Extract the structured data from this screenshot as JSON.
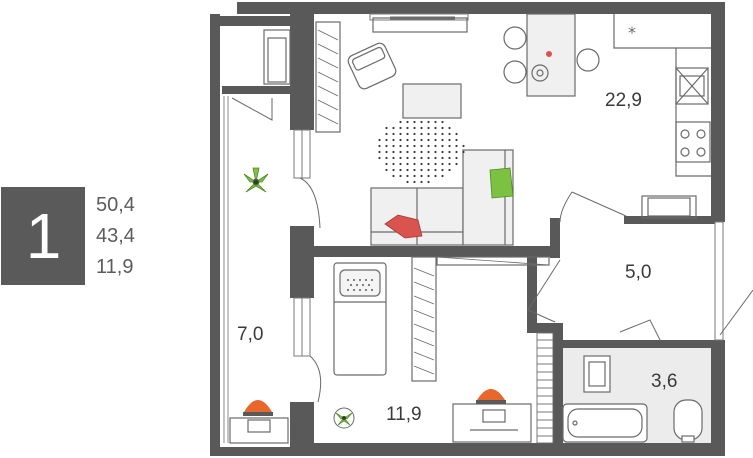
{
  "apartment": {
    "rooms_count": "1",
    "areas": {
      "total": "50,4",
      "living": "43,4",
      "kitchen": "11,9"
    }
  },
  "rooms": [
    {
      "key": "kitchen_living",
      "area": "22,9"
    },
    {
      "key": "hallway",
      "area": "5,0"
    },
    {
      "key": "bathroom",
      "area": "3,6"
    },
    {
      "key": "balcony",
      "area": "7,0"
    },
    {
      "key": "bedroom",
      "area": "11,9"
    }
  ],
  "colors": {
    "wall": "#595959",
    "accent_red": "#d9534f",
    "accent_orange": "#e8672a",
    "accent_green": "#7cc142",
    "tile": "#ececec"
  }
}
